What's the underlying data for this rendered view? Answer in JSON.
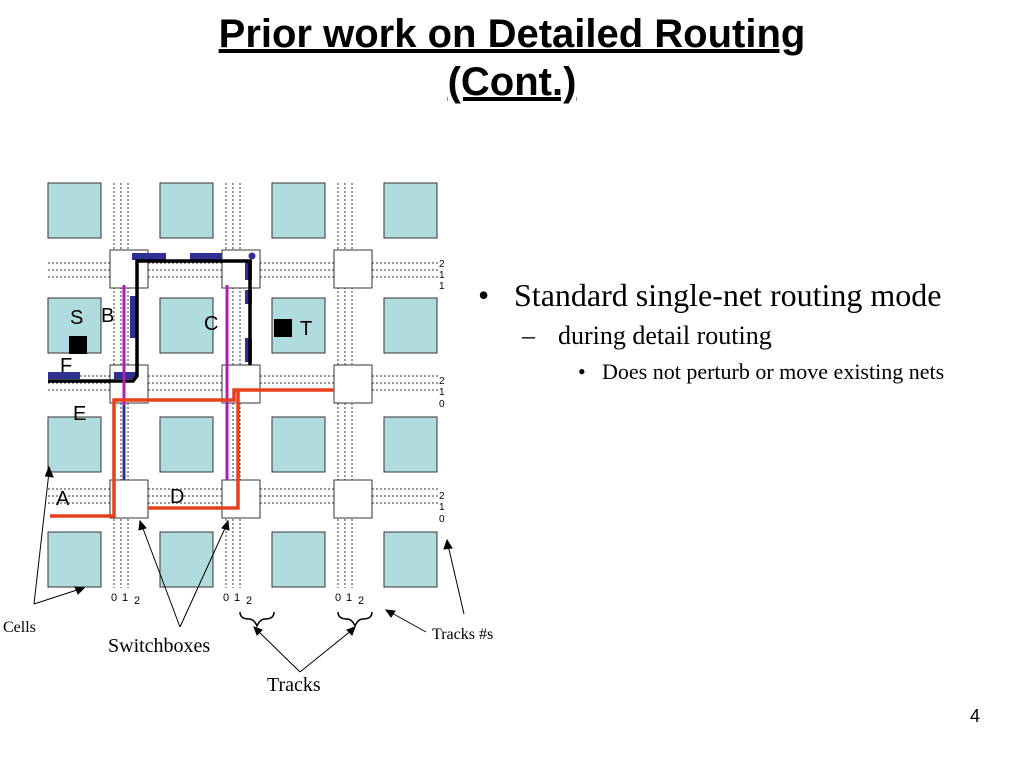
{
  "slide": {
    "title_line1": "Prior work on Detailed Routing",
    "title_line2": "(Cont.)",
    "page_number": "4"
  },
  "bullets": {
    "level1": "Standard single-net routing mode",
    "level2": "during detail routing",
    "level3": "Does not perturb or move existing nets",
    "marker1": "•",
    "marker2": "–",
    "marker3": "•"
  },
  "diagram": {
    "node_labels": {
      "S": "S",
      "B": "B",
      "C": "C",
      "T": "T",
      "F": "F",
      "E": "E",
      "A": "A",
      "D": "D"
    },
    "track_numbers_right": [
      [
        "2",
        "1",
        "1"
      ],
      [
        "2",
        "1",
        "0"
      ],
      [
        "2",
        "1",
        "0"
      ]
    ],
    "track_numbers_bottom": [
      [
        "0",
        "1",
        "2"
      ],
      [
        "0",
        "1",
        "2"
      ],
      [
        "0",
        "1",
        "2"
      ]
    ],
    "annotations": {
      "cells": "Cells",
      "switchboxes": "Switchboxes",
      "tracks": "Tracks",
      "tracks_num": "Tracks #s"
    },
    "colors": {
      "cell_fill": "#b0dce0",
      "switchbox_fill": "#ffffff",
      "existing_net_blue": "#2e3192",
      "existing_net_black": "#000000",
      "new_route_orange": "#e8401c",
      "net_purple": "#b01cb8"
    }
  }
}
